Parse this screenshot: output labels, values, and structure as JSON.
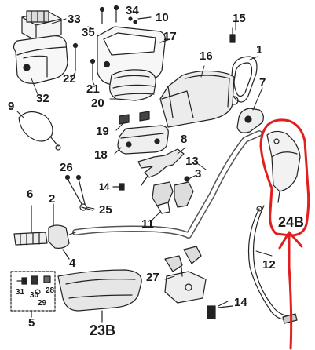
{
  "labels": {
    "p33": "33",
    "p34": "34",
    "p10": "10",
    "p35": "35",
    "p17": "17",
    "p15": "15",
    "p22": "22",
    "p21": "21",
    "p16": "16",
    "p1": "1",
    "p32": "32",
    "p20": "20",
    "p7": "7",
    "p9": "9",
    "p19": "19",
    "p18": "18",
    "p8": "8",
    "p26": "26",
    "p13": "13",
    "p3": "3",
    "p14a": "14",
    "p6": "6",
    "p2": "2",
    "p25": "25",
    "p11": "11",
    "p24B": "24B",
    "p4": "4",
    "p12": "12",
    "p31": "31",
    "p30": "30",
    "p28": "28",
    "p29": "29",
    "p5": "5",
    "p27": "27",
    "p14b": "14",
    "p23B": "23B"
  },
  "colors": {
    "line": "#222222",
    "highlight": "#e02020"
  }
}
